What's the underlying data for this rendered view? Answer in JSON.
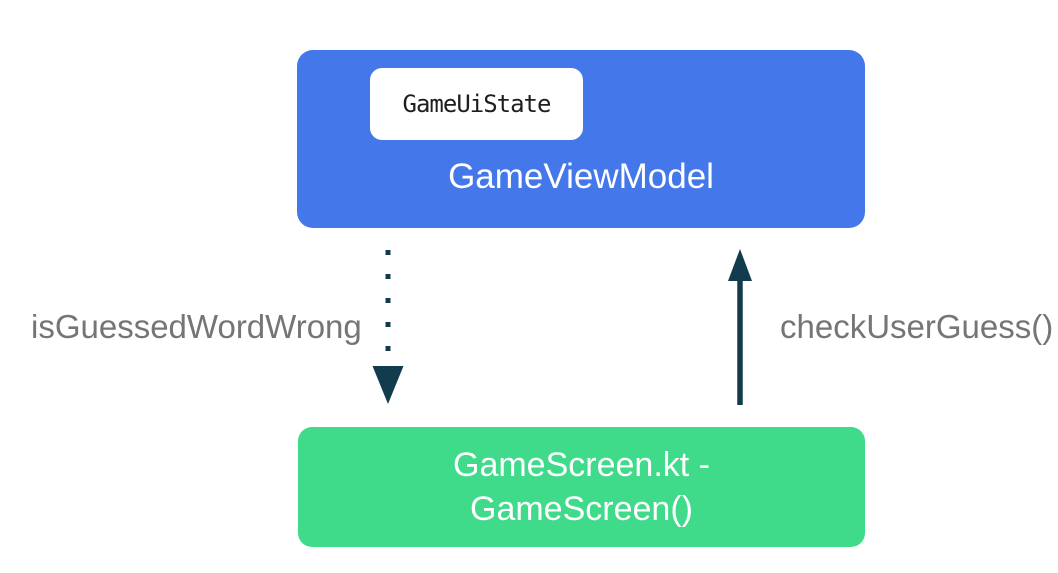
{
  "colors": {
    "background": "#FFFFFF",
    "viewmodel_box_bg": "#4478EA",
    "screen_box_bg": "#40DA8B",
    "chip_bg": "#FFFFFF",
    "chip_text": "#1E1E1E",
    "box_title_text": "#FFFFFF",
    "arrow": "#133B4E",
    "edge_label_text": "#757575"
  },
  "diagram": {
    "viewmodel_box": {
      "title": "GameViewModel",
      "chip_label": "GameUiState"
    },
    "screen_box": {
      "title_line1": "GameScreen.kt -",
      "title_line2": "GameScreen()"
    },
    "edges": {
      "state_flow": {
        "label": "isGuessedWordWrong",
        "style": "dotted",
        "direction": "GameViewModel to GameScreen"
      },
      "event_flow": {
        "label": "checkUserGuess()",
        "style": "solid",
        "direction": "GameScreen to GameViewModel"
      }
    }
  }
}
